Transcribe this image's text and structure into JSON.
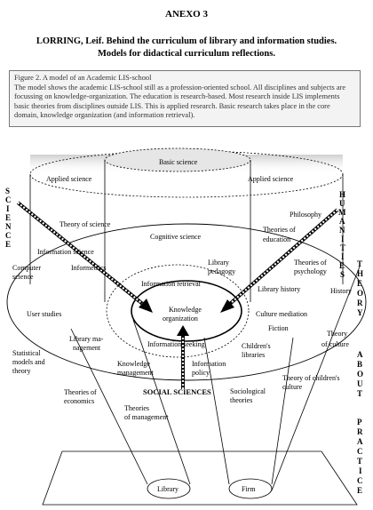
{
  "header": {
    "annex": "ANEXO 3",
    "reference_line1": "LORRING, Leif. Behind the curriculum of library and information studies.",
    "reference_line2": "Models for didactical curriculum reflections."
  },
  "caption": {
    "title": "Figure 2. A model of an Academic LIS-school",
    "text": "The model shows the academic LIS-school still as a profession-oriented school. All disciplines and subjects are focussing on knowledge-organization. The education is research-based. Most research inside LIS implements basic theories from disciplines outside LIS. This is applied research. Basic research takes place in the core domain, knowledge organization (and information retrieval)."
  },
  "diagram": {
    "labels": {
      "basic_science": "Basic science",
      "applied_science_left": "Applied science",
      "applied_science_right": "Applied science",
      "philosophy": "Philosophy",
      "theory_of_science": "Theory of science",
      "theories_of_education_1": "Theories of",
      "theories_of_education_2": "education",
      "cognitive_science": "Cognitive science",
      "information_science": "Information science",
      "computer_science_1": "Computer",
      "computer_science_2": "science",
      "informetrics": "Informetrics",
      "library_pedagogy_1": "Library",
      "library_pedagogy_2": "pedagogy",
      "theories_of_psychology_1": "Theories of",
      "theories_of_psychology_2": "psychology",
      "information_retrieval": "Information retrieval",
      "library_history": "Library history",
      "history": "History",
      "user_studies": "User studies",
      "knowledge_organization_1": "Knowledge",
      "knowledge_organization_2": "organization",
      "culture_mediation": "Culture mediation",
      "fiction": "Fiction",
      "library_management_1": "Library ma-",
      "library_management_2": "nagement",
      "information_seeking": "Information seeking",
      "childrens_libraries_1": "Children's",
      "childrens_libraries_2": "libraries",
      "theory_of_culture_1": "Theory",
      "theory_of_culture_2": "of culture",
      "statistical_models_1": "Statistical",
      "statistical_models_2": "models and",
      "statistical_models_3": "theory",
      "knowledge_management_1": "Knowledge",
      "knowledge_management_2": "management",
      "information_policy_1": "Information",
      "information_policy_2": "policy",
      "theory_of_childrens_culture_1": "Theory of children's",
      "theory_of_childrens_culture_2": "culture",
      "theories_of_economics_1": "Theories of",
      "theories_of_economics_2": "economics",
      "social_sciences": "SOCIAL SCIENCES",
      "sociological_theories_1": "Sociological",
      "sociological_theories_2": "theories",
      "theories_of_management_1": "Theories",
      "theories_of_management_2": "of management",
      "library": "Library",
      "firm": "Firm"
    },
    "vertical": {
      "science": [
        "S",
        "C",
        "I",
        "E",
        "N",
        "C",
        "E"
      ],
      "humanities": [
        "H",
        "U",
        "M",
        "A",
        "N",
        "I",
        "T",
        "I",
        "E",
        "S"
      ],
      "theory": [
        "T",
        "H",
        "E",
        "O",
        "R",
        "Y"
      ],
      "about": [
        "A",
        "B",
        "O",
        "U",
        "T"
      ],
      "practice": [
        "P",
        "R",
        "A",
        "C",
        "T",
        "I",
        "C",
        "E"
      ]
    }
  }
}
